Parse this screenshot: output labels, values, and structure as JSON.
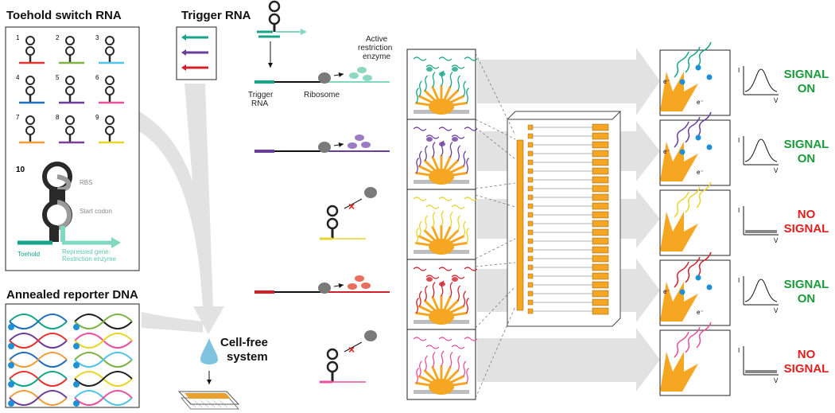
{
  "sections": {
    "toehold_title": "Toehold switch RNA",
    "trigger_title": "Trigger RNA",
    "reporter_title": "Annealed reporter DNA",
    "cellfree_line1": "Cell-free",
    "cellfree_line2": "system"
  },
  "switches": {
    "numbers": [
      "1",
      "2",
      "3",
      "4",
      "5",
      "6",
      "7",
      "8",
      "9"
    ],
    "colors": [
      "#e8322d",
      "#7cb342",
      "#4fc3e8",
      "#1e6fbf",
      "#6a3d9a",
      "#e8509a",
      "#f39c3a",
      "#7b3f98",
      "#e8d52a"
    ],
    "detail_number": "10",
    "rbs_label": "RBS",
    "start_codon_label": "Start codon",
    "toehold_label": "Toehold",
    "repressed_line1": "Repressed gene:",
    "repressed_line2": "Restriction enzyme"
  },
  "triggers": {
    "colors": [
      "#17a589",
      "#6a3d9a",
      "#d0202a"
    ]
  },
  "mechanism": {
    "trigger_rna_line1": "Trigger",
    "trigger_rna_line2": "RNA",
    "ribosome_label": "Ribosome",
    "enzyme_line1": "Active",
    "enzyme_line2": "restriction",
    "enzyme_line3": "enzyme"
  },
  "rows": [
    {
      "color": "#17a589",
      "active": true,
      "line1": "SIGNAL",
      "line2": "ON",
      "signal_color": "#1a9a3a"
    },
    {
      "color": "#6a3d9a",
      "active": true,
      "line1": "SIGNAL",
      "line2": "ON",
      "signal_color": "#1a9a3a"
    },
    {
      "color": "#e8d52a",
      "active": false,
      "line1": "NO",
      "line2": "SIGNAL",
      "signal_color": "#e0201e"
    },
    {
      "color": "#d0202a",
      "active": true,
      "line1": "SIGNAL",
      "line2": "ON",
      "signal_color": "#1a9a3a"
    },
    {
      "color": "#e8509a",
      "active": false,
      "line1": "NO",
      "line2": "SIGNAL",
      "signal_color": "#e0201e"
    }
  ],
  "axes": {
    "y": "I",
    "x": "V"
  },
  "electron": "e⁻",
  "colors": {
    "gold": "#f5a623",
    "gray_arrow": "#d9d9d9",
    "signal_on": "#1a9a3a",
    "no_signal": "#e0201e"
  }
}
